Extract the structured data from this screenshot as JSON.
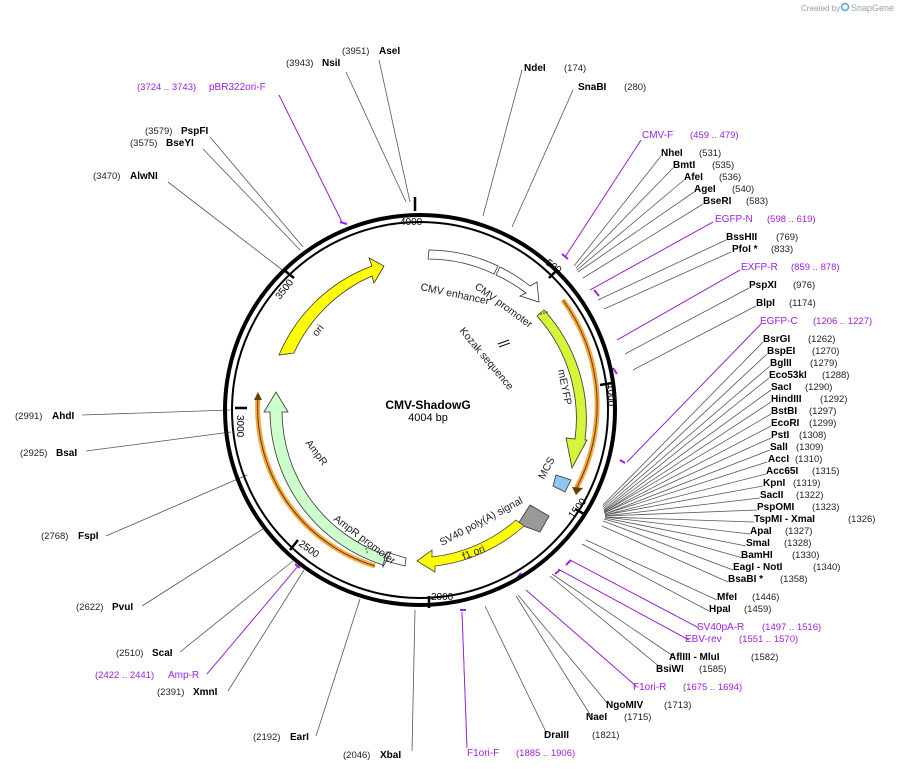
{
  "credit": {
    "prefix": "Created by",
    "brand": "SnapGene"
  },
  "plasmid": {
    "name": "CMV-ShadowG",
    "size_label": "4004 bp"
  },
  "ticks": [
    "500",
    "1000",
    "1500",
    "2000",
    "2500",
    "3000",
    "3500",
    "4000"
  ],
  "features": [
    {
      "label": "CMV enhancer",
      "color": "#ffffff"
    },
    {
      "label": "CMV promoter",
      "color": "#ffffff"
    },
    {
      "label": "Kozak sequence",
      "color": "#000000"
    },
    {
      "label": "mEYFP",
      "color": "#d4f53a"
    },
    {
      "label": "MCS",
      "color": "#8ec8f0"
    },
    {
      "label": "SV40 poly(A) signal",
      "color": "#999999"
    },
    {
      "label": "f1 ori",
      "color": "#ffff00"
    },
    {
      "label": "AmpR promoter",
      "color": "#ffffff"
    },
    {
      "label": "AmpR",
      "color": "#ccffcc"
    },
    {
      "label": "ori",
      "color": "#ffff00"
    }
  ],
  "sites": [
    {
      "name": "AseI",
      "pos": "(3951)"
    },
    {
      "name": "NsiI",
      "pos": "(3943)"
    },
    {
      "name": "pBR322ori-F",
      "pos": "(3724 .. 3743)"
    },
    {
      "name": "PspFI",
      "pos": "(3579)"
    },
    {
      "name": "BseYI",
      "pos": "(3575)"
    },
    {
      "name": "AlwNI",
      "pos": "(3470)"
    },
    {
      "name": "AhdI",
      "pos": "(2991)"
    },
    {
      "name": "BsaI",
      "pos": "(2925)"
    },
    {
      "name": "FspI",
      "pos": "(2768)"
    },
    {
      "name": "PvuI",
      "pos": "(2622)"
    },
    {
      "name": "ScaI",
      "pos": "(2510)"
    },
    {
      "name": "Amp-R",
      "pos": "(2422 .. 2441)"
    },
    {
      "name": "XmnI",
      "pos": "(2391)"
    },
    {
      "name": "EarI",
      "pos": "(2192)"
    },
    {
      "name": "XbaI",
      "pos": "(2046)"
    },
    {
      "name": "F1ori-F",
      "pos": "(1885 .. 1906)"
    },
    {
      "name": "NdeI",
      "pos": "(174)"
    },
    {
      "name": "SnaBI",
      "pos": "(280)"
    },
    {
      "name": "CMV-F",
      "pos": "(459 .. 479)"
    },
    {
      "name": "NheI",
      "pos": "(531)"
    },
    {
      "name": "BmtI",
      "pos": "(535)"
    },
    {
      "name": "AfeI",
      "pos": "(536)"
    },
    {
      "name": "AgeI",
      "pos": "(540)"
    },
    {
      "name": "BseRI",
      "pos": "(583)"
    },
    {
      "name": "EGFP-N",
      "pos": "(598 .. 619)"
    },
    {
      "name": "BssHII",
      "pos": "(769)"
    },
    {
      "name": "PfoI *",
      "pos": "(833)"
    },
    {
      "name": "EXFP-R",
      "pos": "(859 .. 878)"
    },
    {
      "name": "PspXI",
      "pos": "(976)"
    },
    {
      "name": "BlpI",
      "pos": "(1174)"
    },
    {
      "name": "EGFP-C",
      "pos": "(1206 .. 1227)"
    },
    {
      "name": "BsrGI",
      "pos": "(1262)"
    },
    {
      "name": "BspEI",
      "pos": "(1270)"
    },
    {
      "name": "BglII",
      "pos": "(1279)"
    },
    {
      "name": "Eco53kI",
      "pos": "(1288)"
    },
    {
      "name": "SacI",
      "pos": "(1290)"
    },
    {
      "name": "HindIII",
      "pos": "(1292)"
    },
    {
      "name": "BstBI",
      "pos": "(1297)"
    },
    {
      "name": "EcoRI",
      "pos": "(1299)"
    },
    {
      "name": "PstI",
      "pos": "(1308)"
    },
    {
      "name": "SalI",
      "pos": "(1309)"
    },
    {
      "name": "AccI",
      "pos": "(1310)"
    },
    {
      "name": "Acc65I",
      "pos": "(1315)"
    },
    {
      "name": "KpnI",
      "pos": "(1319)"
    },
    {
      "name": "SacII",
      "pos": "(1322)"
    },
    {
      "name": "PspOMI",
      "pos": "(1323)"
    },
    {
      "name": "TspMI  - XmaI",
      "pos": "(1326)"
    },
    {
      "name": "ApaI",
      "pos": "(1327)"
    },
    {
      "name": "SmaI",
      "pos": "(1328)"
    },
    {
      "name": "BamHI",
      "pos": "(1330)"
    },
    {
      "name": "EagI  - NotI",
      "pos": "(1340)"
    },
    {
      "name": "BsaBI *",
      "pos": "(1358)"
    },
    {
      "name": "MfeI",
      "pos": "(1446)"
    },
    {
      "name": "HpaI",
      "pos": "(1459)"
    },
    {
      "name": "SV40pA-R",
      "pos": "(1497 .. 1516)"
    },
    {
      "name": "EBV-rev",
      "pos": "(1551 .. 1570)"
    },
    {
      "name": "AflIII  - MluI",
      "pos": "(1582)"
    },
    {
      "name": "BsiWI",
      "pos": "(1585)"
    },
    {
      "name": "F1ori-R",
      "pos": "(1675 .. 1694)"
    },
    {
      "name": "NgoMIV",
      "pos": "(1713)"
    },
    {
      "name": "NaeI",
      "pos": "(1715)"
    },
    {
      "name": "DraIII",
      "pos": "(1821)"
    }
  ]
}
